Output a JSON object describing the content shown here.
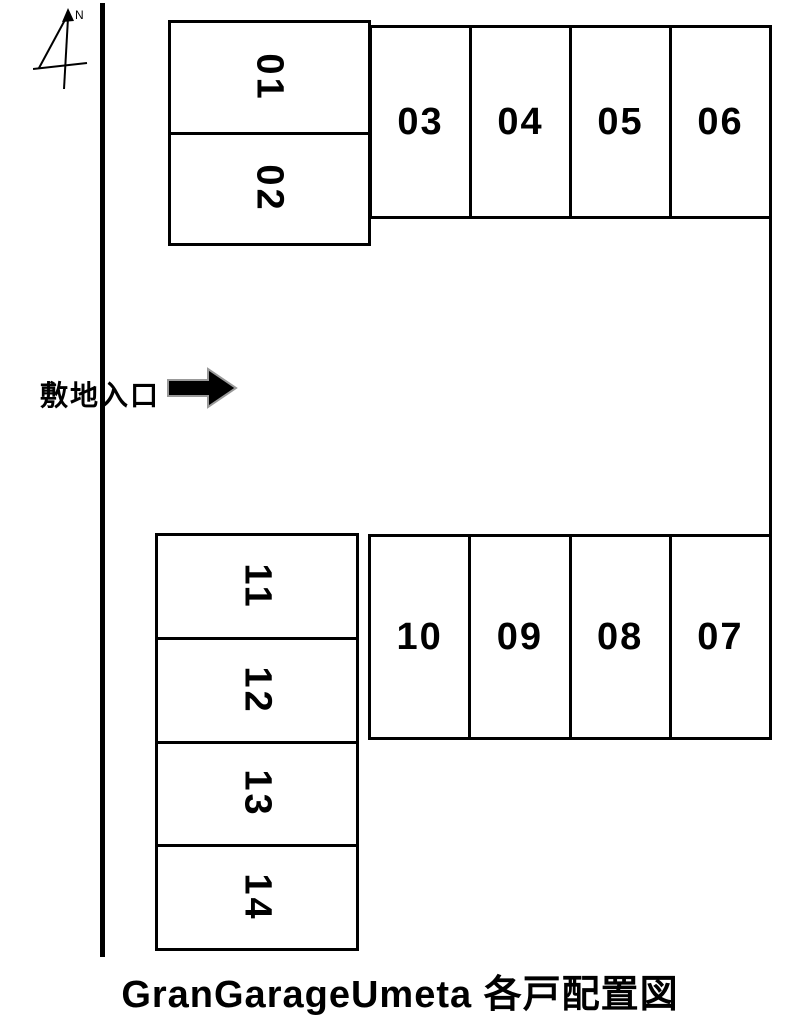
{
  "title": "GranGarageUmeta 各戸配置図",
  "north_label": "N",
  "entrance_label": "敷地入口",
  "stalls": {
    "block_a": [
      "01",
      "02"
    ],
    "block_b": [
      "03",
      "04",
      "05",
      "06"
    ],
    "block_c": [
      "10",
      "09",
      "08",
      "07"
    ],
    "block_d": [
      "11",
      "12",
      "13",
      "14"
    ]
  }
}
